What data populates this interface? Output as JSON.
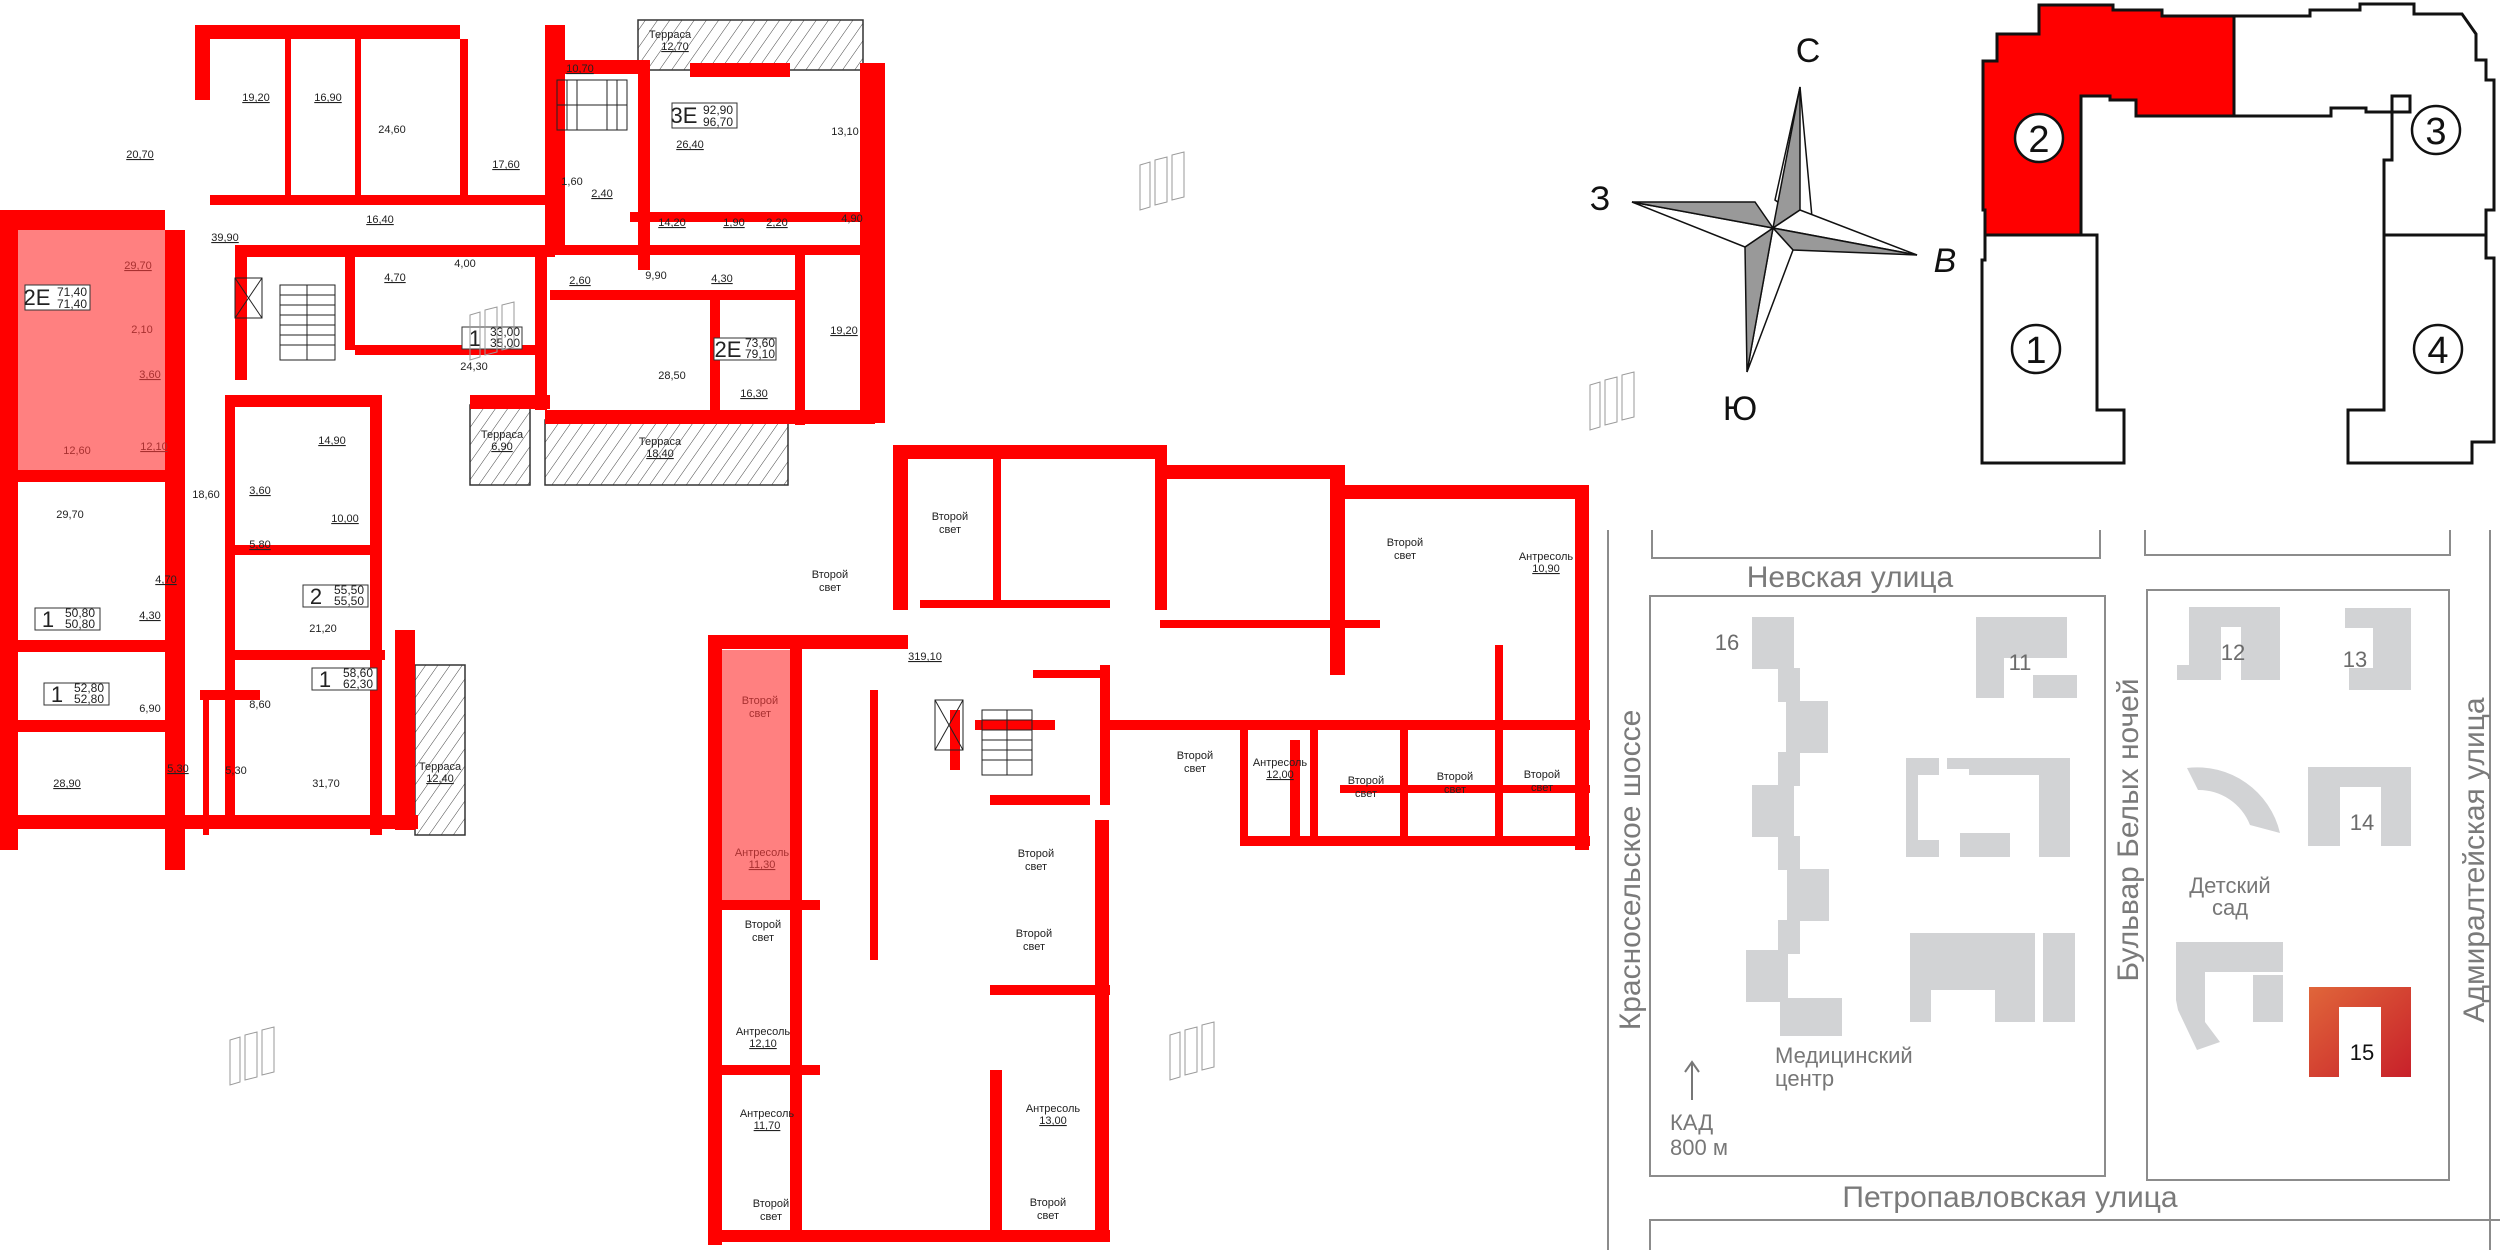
{
  "floor_plan": {
    "highlight_color": "#ff8080",
    "wall_color": "#ff0000",
    "left_block": {
      "apartments": [
        {
          "type": "2Е",
          "area_total": "71,40",
          "area_with_balcony": "71,40",
          "selected": true
        },
        {
          "type": "3Е",
          "area_total": "92,90",
          "area_with_balcony": "96,70",
          "selected": false
        },
        {
          "type": "1",
          "area_total": "33,00",
          "area_with_balcony": "35,00",
          "selected": false
        },
        {
          "type": "2Е",
          "area_total": "73,60",
          "area_with_balcony": "79,10",
          "selected": false
        },
        {
          "type": "1",
          "area_total": "50,80",
          "area_with_balcony": "50,80",
          "selected": false
        },
        {
          "type": "2",
          "area_total": "55,50",
          "area_with_balcony": "55,50",
          "selected": false
        },
        {
          "type": "1",
          "area_total": "52,80",
          "area_with_balcony": "52,80",
          "selected": false
        },
        {
          "type": "1",
          "area_total": "58,60",
          "area_with_balcony": "62,30",
          "selected": false
        }
      ],
      "rooms": {
        "r20_70": "20,70",
        "r19_20a": "19,20",
        "r16_90": "16,90",
        "r24_60": "24,60",
        "r17_60": "17,60",
        "r10_70": "10,70",
        "r26_40": "26,40",
        "r13_10": "13,10",
        "r1_60": "1,60",
        "r2_40": "2,40",
        "r14_20": "14,20",
        "r1_90": "1,90",
        "r2_20": "2,20",
        "r4_90": "4,90",
        "r16_40": "16,40",
        "r39_90": "39,90",
        "r29_70a": "29,70",
        "r2_10": "2,10",
        "r3_60a": "3,60",
        "r12_60": "12,60",
        "r12_10": "12,10",
        "r4_70a": "4,70",
        "r4_00": "4,00",
        "r24_30": "24,30",
        "r2_60": "2,60",
        "r9_90": "9,90",
        "r4_30a": "4,30",
        "r28_50": "28,50",
        "r16_30": "16,30",
        "r19_20b": "19,20",
        "r14_90": "14,90",
        "r3_60b": "3,60",
        "r10_00": "10,00",
        "r18_60": "18,60",
        "r5_80": "5,80",
        "r21_20": "21,20",
        "r29_70b": "29,70",
        "r4_70b": "4,70",
        "r4_30b": "4,30",
        "r6_90": "6,90",
        "r8_60": "8,60",
        "r5_30a": "5,30",
        "r5_30b": "5,30",
        "r28_90": "28,90",
        "r31_70": "31,70"
      },
      "terraces": [
        {
          "label": "Терраса",
          "area": "12,70"
        },
        {
          "label": "Терраса",
          "area": "6,90"
        },
        {
          "label": "Терраса",
          "area": "18,40"
        },
        {
          "label": "Терраса",
          "area": "12,40"
        }
      ]
    },
    "right_block": {
      "hall_area": "319,10",
      "second_light_line1": "Второй",
      "second_light_line2": "свет",
      "mezzanine_label": "Антресоль",
      "mezzanines": [
        {
          "area": "11,30",
          "selected": true
        },
        {
          "area": "10,90",
          "selected": false
        },
        {
          "area": "12,00",
          "selected": false
        },
        {
          "area": "12,10",
          "selected": false
        },
        {
          "area": "11,70",
          "selected": false
        },
        {
          "area": "13,00",
          "selected": false
        }
      ]
    }
  },
  "compass": {
    "north": "С",
    "south": "Ю",
    "west": "З",
    "east": "В"
  },
  "section_key": {
    "sections": [
      "1",
      "2",
      "3",
      "4"
    ],
    "selected_section": "2",
    "selected_color": "#ff0000"
  },
  "site_map": {
    "streets": {
      "top": "Невская улица",
      "bottom": "Петропавловская улица",
      "left": "Красносельское шоссе",
      "middle": "Бульвар Белых ночей",
      "right": "Адмиралтейская улица"
    },
    "buildings": [
      "16",
      "11",
      "12",
      "13",
      "14",
      "15"
    ],
    "selected_building": "15",
    "selected_color": "#d94a2e",
    "kindergarten_line1": "Детский",
    "kindergarten_line2": "сад",
    "medical_line1": "Медицинский",
    "medical_line2": "центр",
    "kad_line1": "КАД",
    "kad_line2": "800 м"
  }
}
